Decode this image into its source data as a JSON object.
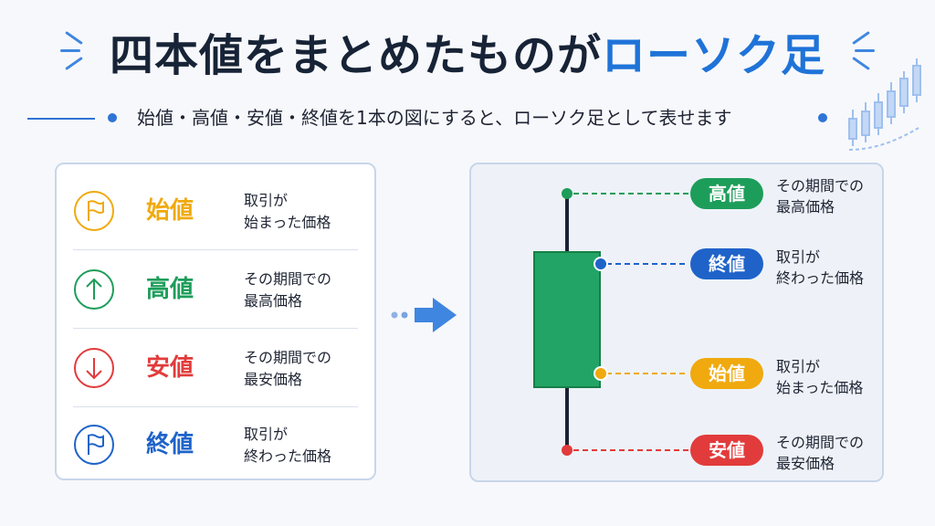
{
  "title": {
    "main": "四本値をまとめたものが",
    "accent": "ローソク足"
  },
  "subtitle": "始値・高値・安値・終値を1本の図にすると、ローソク足として表せます",
  "colors": {
    "open": "#f0a90e",
    "high": "#1d9d5a",
    "low": "#e23b3b",
    "close": "#1f63c9",
    "accent": "#1f73d8",
    "candle": "#23a467"
  },
  "legend": [
    {
      "name": "始値",
      "desc": "取引が\n始まった価格",
      "icon": "flag-icon",
      "color": "#f0a90e"
    },
    {
      "name": "高値",
      "desc": "その期間での\n最高価格",
      "icon": "arrow-up-icon",
      "color": "#1d9d5a"
    },
    {
      "name": "安値",
      "desc": "その期間での\n最安価格",
      "icon": "arrow-down-icon",
      "color": "#e23b3b"
    },
    {
      "name": "終値",
      "desc": "取引が\n終わった価格",
      "icon": "flag-icon",
      "color": "#1f63c9"
    }
  ],
  "candle": {
    "high": {
      "label": "高値",
      "desc": "その期間での\n最高価格",
      "color": "#1d9d5a"
    },
    "close": {
      "label": "終値",
      "desc": "取引が\n終わった価格",
      "color": "#1f63c9"
    },
    "open": {
      "label": "始値",
      "desc": "取引が\n始まった価格",
      "color": "#f0a90e"
    },
    "low": {
      "label": "安値",
      "desc": "その期間での\n最安価格",
      "color": "#e23b3b"
    }
  }
}
